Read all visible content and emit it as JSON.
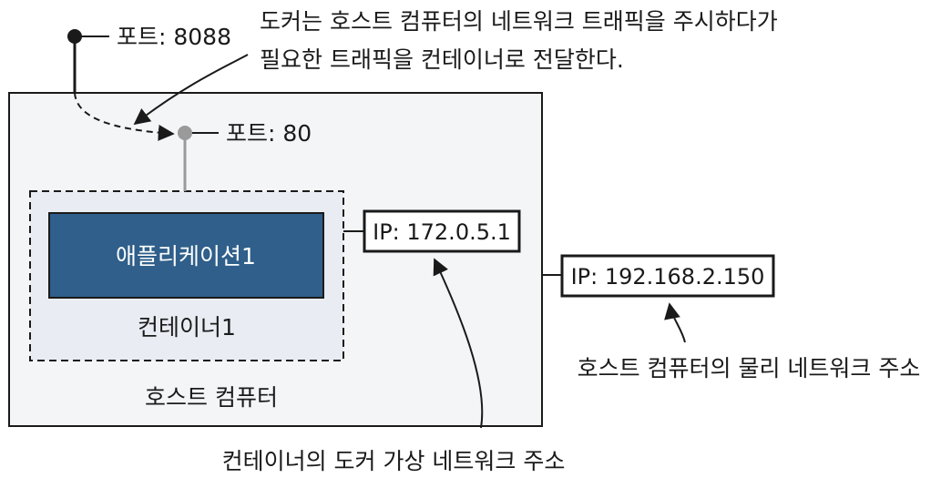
{
  "diagram": {
    "host_port_label": "포트: 8088",
    "container_port_label": "포트: 80",
    "docker_note_line1": "도커는 호스트 컴퓨터의 네트워크 트래픽을 주시하다가",
    "docker_note_line2": "필요한 트래픽을 컨테이너로 전달한다.",
    "application_label": "애플리케이션1",
    "container_label": "컨테이너1",
    "host_label": "호스트 컴퓨터",
    "container_ip": "IP: 172.0.5.1",
    "host_ip": "IP: 192.168.2.150",
    "host_ip_caption": "호스트 컴퓨터의 물리 네트워크 주소",
    "container_ip_caption": "컨테이너의 도커 가상 네트워크 주소",
    "colors": {
      "app_fill": "#2f5f8a",
      "host_fill": "#f4f5f7",
      "container_fill": "#e9edf3",
      "port_inner": "#9a9a9a"
    }
  }
}
